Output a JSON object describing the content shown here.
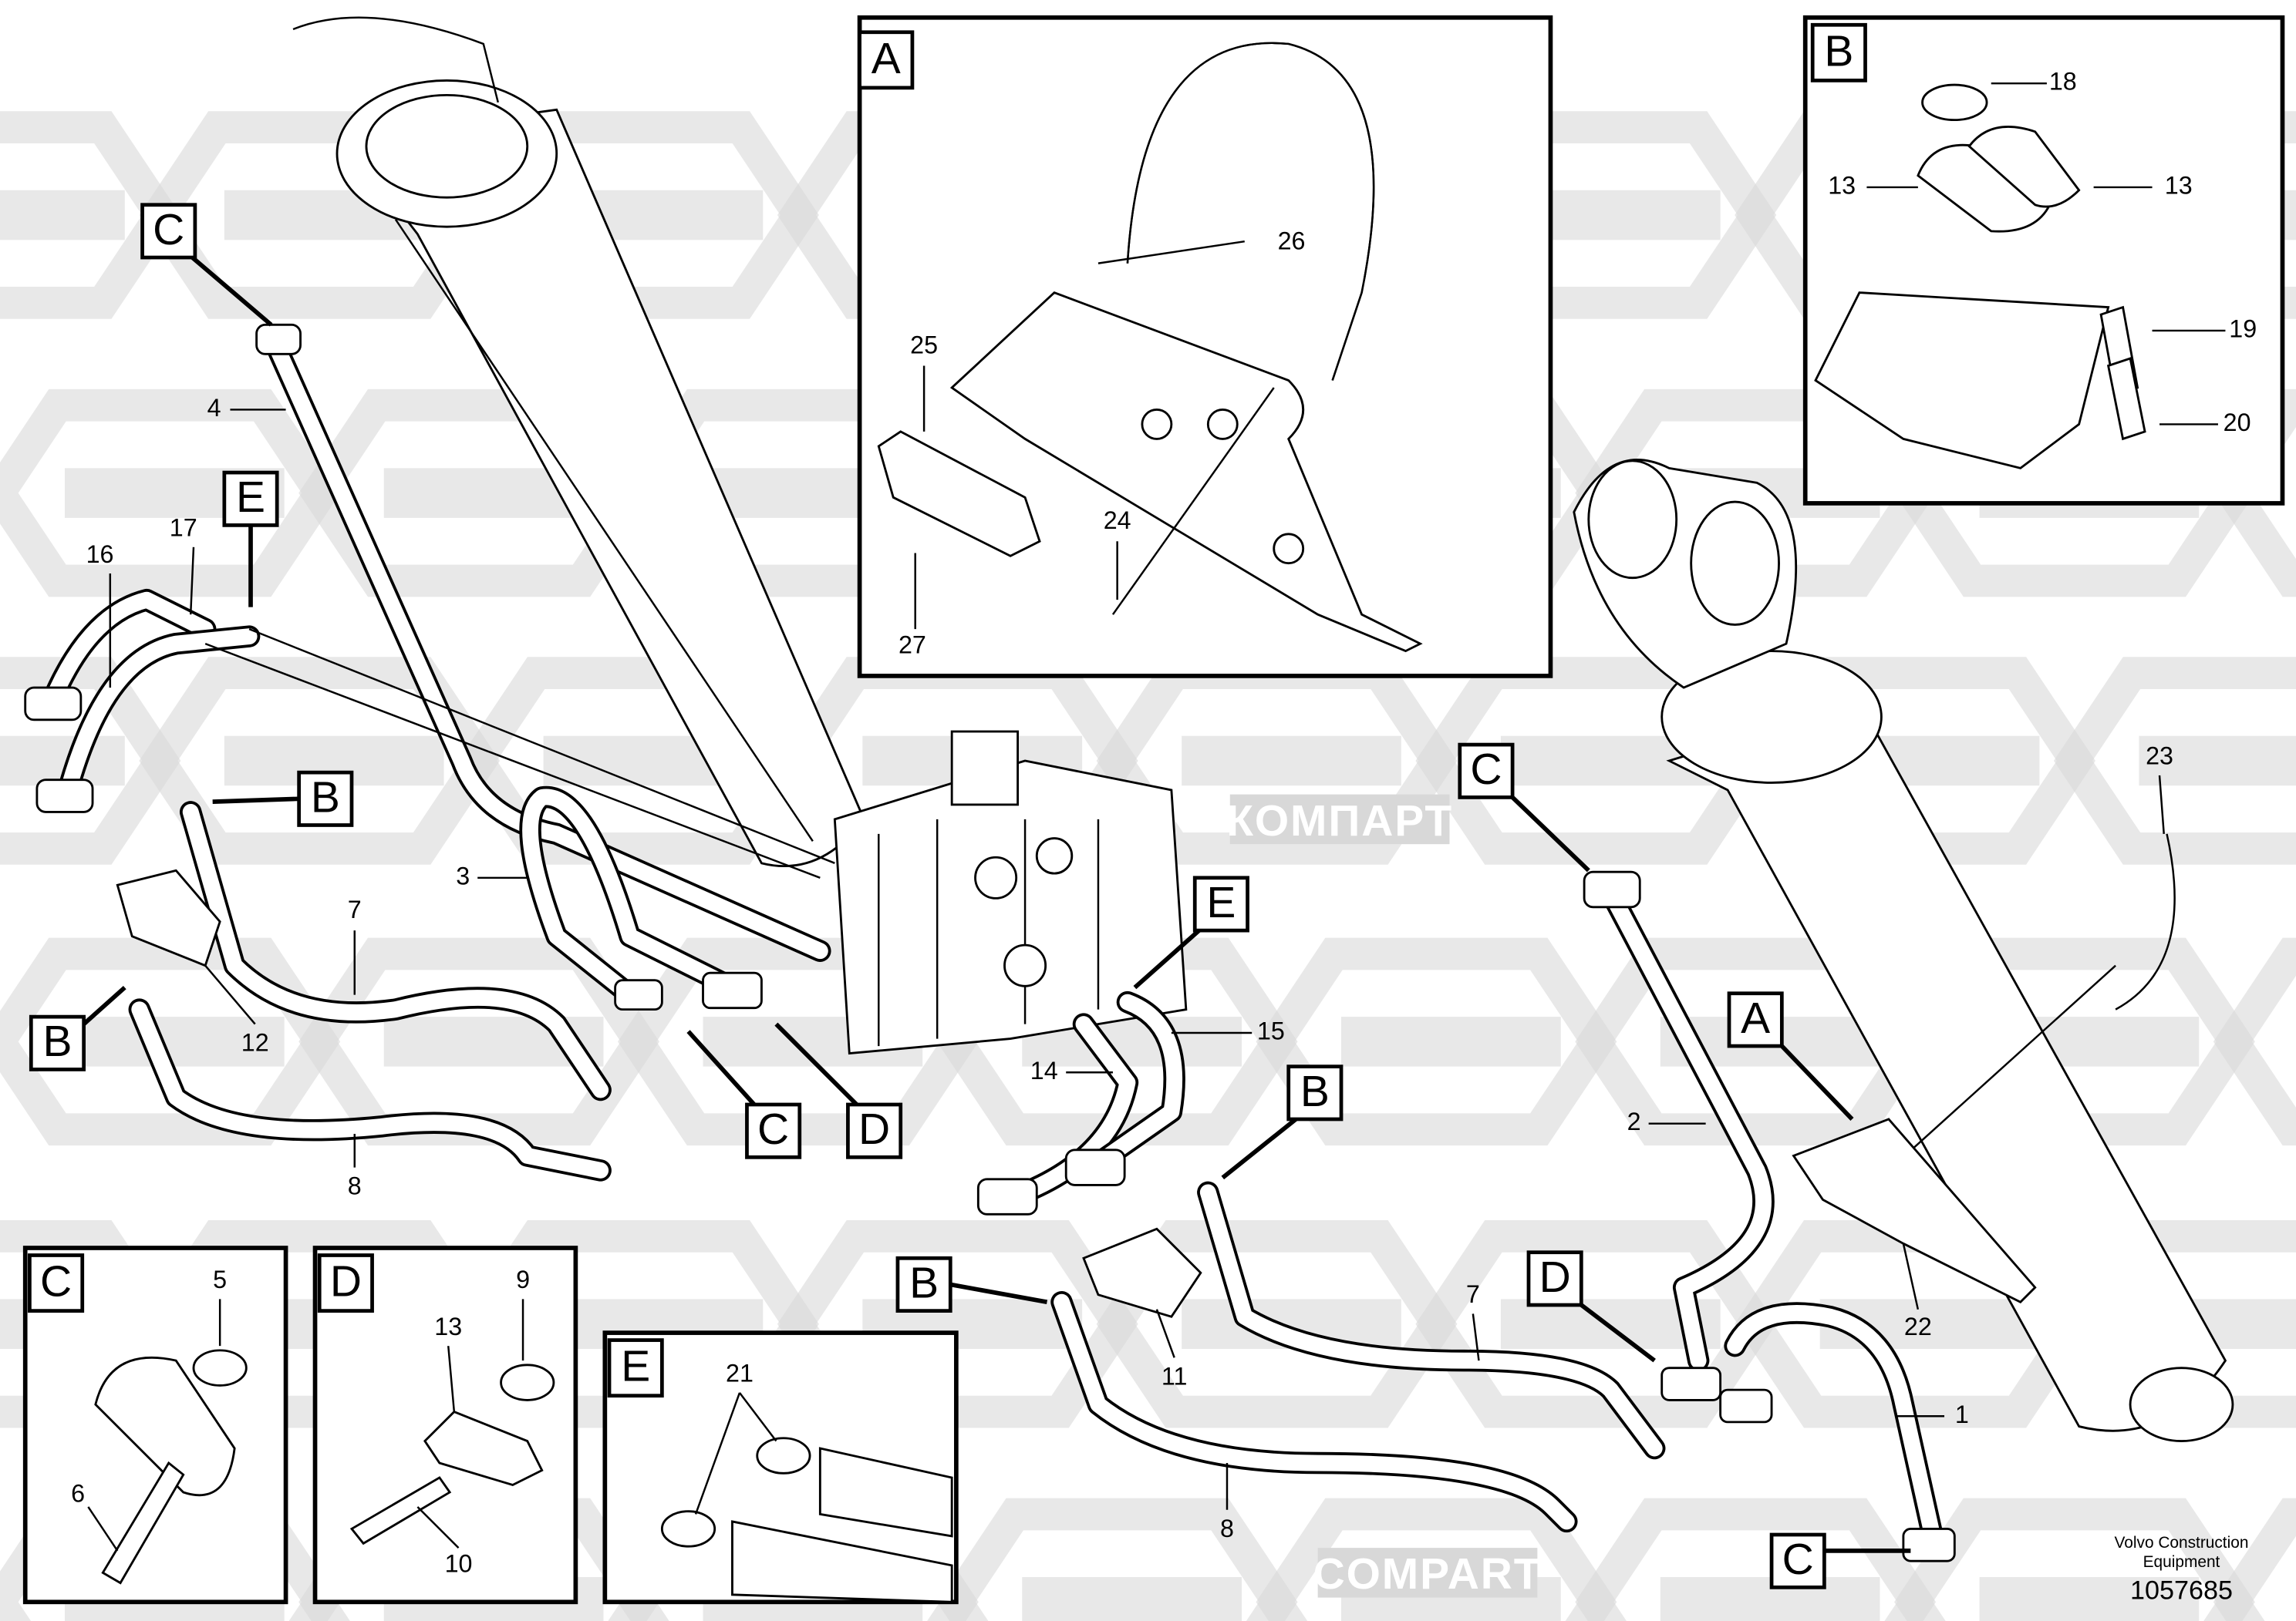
{
  "watermark": {
    "text_a": "КОМПАРТ",
    "text_b": "COMPART",
    "color": "#d8d8d8"
  },
  "detail_boxes": {
    "A": "A",
    "B": "B",
    "C": "C",
    "D": "D",
    "E": "E"
  },
  "view_markers": {
    "A": "A",
    "B": "B",
    "C": "C",
    "D": "D",
    "E": "E"
  },
  "callouts": {
    "main": [
      "4",
      "16",
      "17",
      "3",
      "7",
      "12",
      "8",
      "14",
      "15",
      "2",
      "7",
      "11",
      "8",
      "1",
      "22",
      "23"
    ],
    "box_a": [
      "26",
      "25",
      "24",
      "27"
    ],
    "box_b": [
      "18",
      "13",
      "13",
      "19",
      "20"
    ],
    "box_c": [
      "5",
      "6"
    ],
    "box_d": [
      "9",
      "13",
      "10"
    ],
    "box_e": [
      "21"
    ]
  },
  "footer": {
    "brand_line1": "Volvo Construction",
    "brand_line2": "Equipment",
    "drawing_number": "1057685"
  }
}
